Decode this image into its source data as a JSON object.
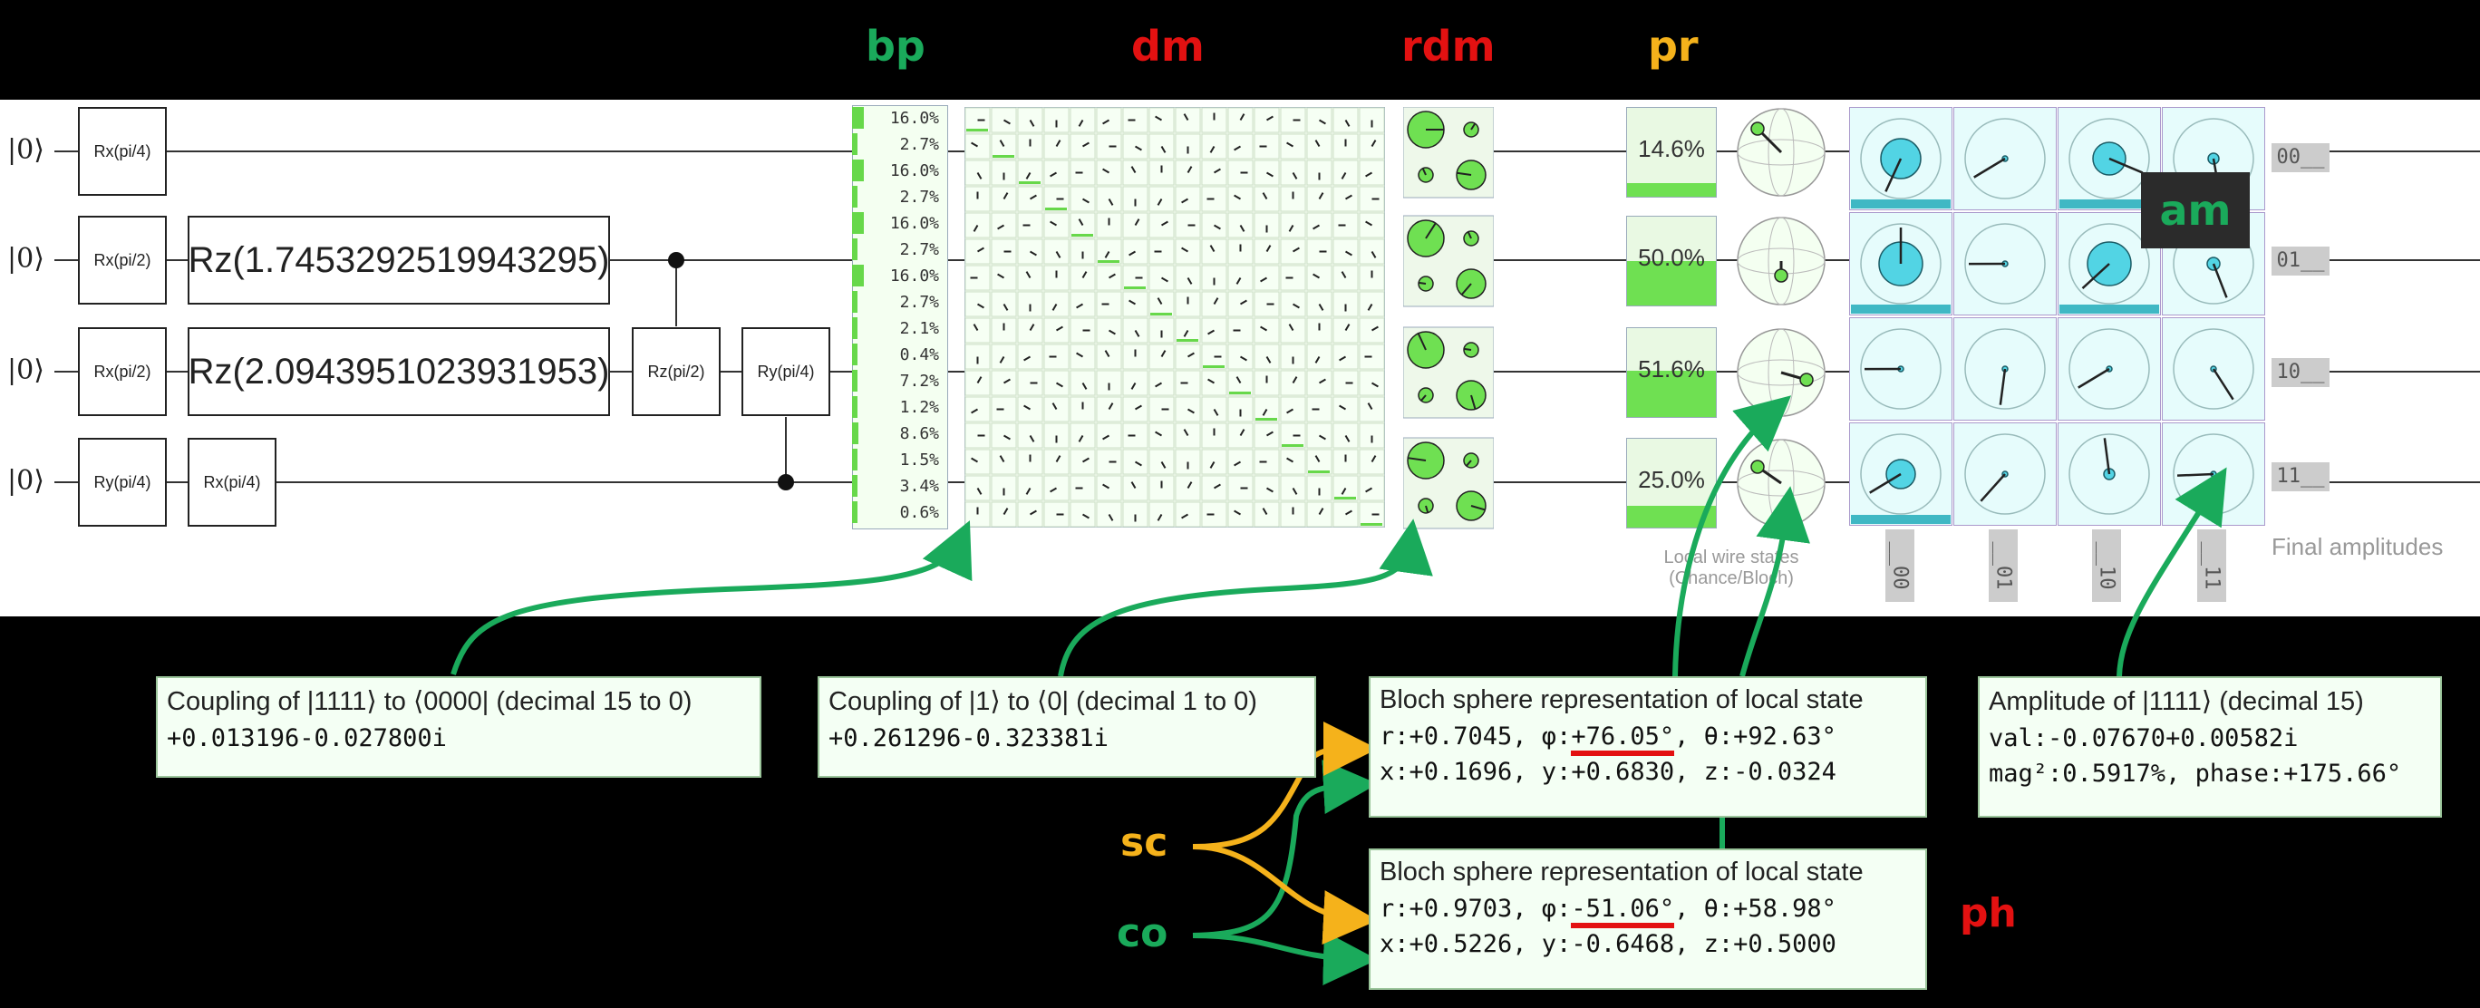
{
  "top_labels": {
    "bp": "bp",
    "dm": "dm",
    "rdm": "rdm",
    "pr": "pr"
  },
  "colors": {
    "green": "#1aaa5b",
    "red": "#e31111",
    "orange": "#f5b21b",
    "bar_green": "#67d84a",
    "amp_cyan": "#52d4e4"
  },
  "wires": [
    "|0⟩",
    "|0⟩",
    "|0⟩",
    "|0⟩"
  ],
  "gates": {
    "w0_rx": "Rx(pi/4)",
    "w1_rx": "Rx(pi/2)",
    "w1_rz": "Rz(1.7453292519943295)",
    "w2_rx": "Rx(pi/2)",
    "w2_rz": "Rz(2.0943951023931953)",
    "w2_crz": "Rz(pi/2)",
    "w2_cry": "Ry(pi/4)",
    "w3_ry": "Ry(pi/4)",
    "w3_rx": "Rx(pi/4)"
  },
  "bp_percents": [
    "16.0%",
    "2.7%",
    "16.0%",
    "2.7%",
    "16.0%",
    "2.7%",
    "16.0%",
    "2.7%",
    "2.1%",
    "0.4%",
    "7.2%",
    "1.2%",
    "8.6%",
    "1.5%",
    "3.4%",
    "0.6%"
  ],
  "pr_percents": [
    "14.6%",
    "50.0%",
    "51.6%",
    "25.0%"
  ],
  "local_wire_label": {
    "line1": "Local wire states",
    "line2": "(Chance/Bloch)"
  },
  "am_row_labels": [
    "00__",
    "01__",
    "10__",
    "11__"
  ],
  "am_col_labels": [
    "__00",
    "__01",
    "__10",
    "__11"
  ],
  "final_amplitudes_label": "Final amplitudes",
  "am_label": "am",
  "tooltips": {
    "bp": {
      "title": "Coupling of |1111⟩ to ⟨0000| (decimal 15 to 0)",
      "value": "+0.013196-0.027800i"
    },
    "dm": {
      "title": "Coupling of |1⟩ to ⟨0| (decimal 1 to 0)",
      "value": "+0.261296-0.323381i"
    },
    "bloch1": {
      "title": "Bloch sphere representation of local state",
      "line1_pre": "r:+0.7045, φ:",
      "line1_phi": "+76.05°",
      "line1_post": ", θ:+92.63°",
      "line2": "x:+0.1696, y:+0.6830, z:-0.0324"
    },
    "bloch2": {
      "title": "Bloch sphere representation of local state",
      "line1_pre": "r:+0.9703, φ:",
      "line1_phi": "-51.06°",
      "line1_post": ", θ:+58.98°",
      "line2": "x:+0.5226, y:-0.6468, z:+0.5000"
    },
    "amp": {
      "title": "Amplitude of |1111⟩ (decimal 15)",
      "line1": "val:-0.07670+0.00582i",
      "line2": "mag²:0.5917%, phase:+175.66°"
    }
  },
  "annotations": {
    "sc": "sc",
    "co": "co",
    "ph": "ph"
  }
}
